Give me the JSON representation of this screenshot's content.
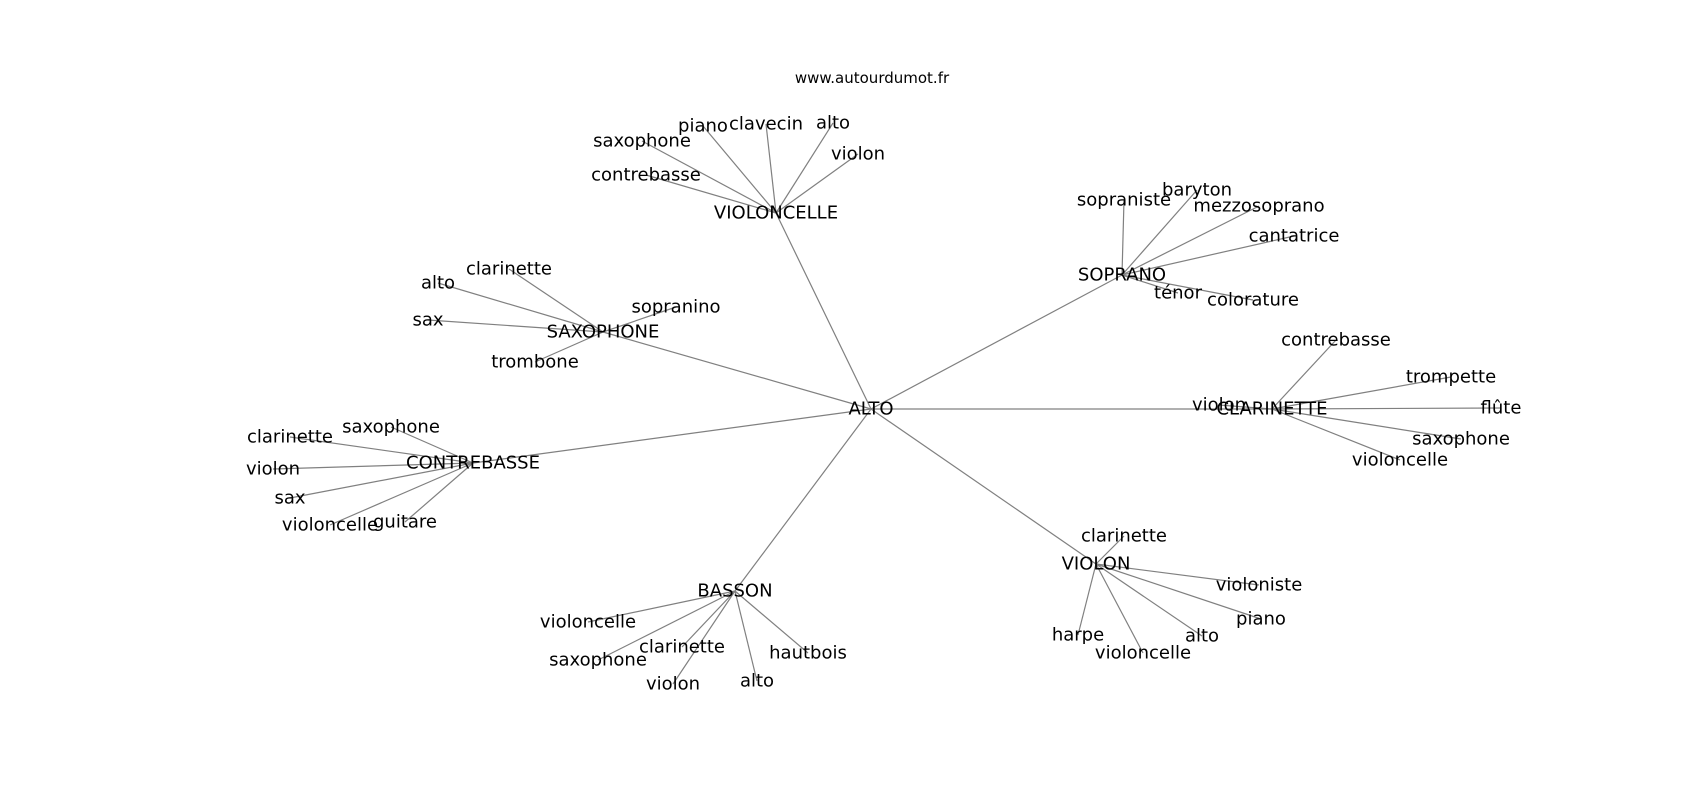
{
  "site": "www.autourdumot.fr",
  "center": "ALTO",
  "edge_color": "#808080",
  "clusters": [
    {
      "label": "VIOLONCELLE",
      "leaves": [
        "contrebasse",
        "saxophone",
        "piano",
        "clavecin",
        "alto",
        "violon"
      ]
    },
    {
      "label": "SOPRANO",
      "leaves": [
        "sopraniste",
        "baryton",
        "mezzosoprano",
        "cantatrice",
        "ténor",
        "colorature"
      ]
    },
    {
      "label": "SAXOPHONE",
      "leaves": [
        "clarinette",
        "alto",
        "sax",
        "trombone",
        "sopranino"
      ]
    },
    {
      "label": "CLARINETTE",
      "leaves": [
        "contrebasse",
        "trompette",
        "violon",
        "flûte",
        "saxophone",
        "violoncelle"
      ]
    },
    {
      "label": "CONTREBASSE",
      "leaves": [
        "saxophone",
        "clarinette",
        "violon",
        "sax",
        "violoncelle",
        "guitare"
      ]
    },
    {
      "label": "VIOLON",
      "leaves": [
        "clarinette",
        "violoniste",
        "piano",
        "alto",
        "violoncelle",
        "harpe"
      ]
    },
    {
      "label": "BASSON",
      "leaves": [
        "violoncelle",
        "saxophone",
        "clarinette",
        "violon",
        "alto",
        "hautbois"
      ]
    }
  ]
}
